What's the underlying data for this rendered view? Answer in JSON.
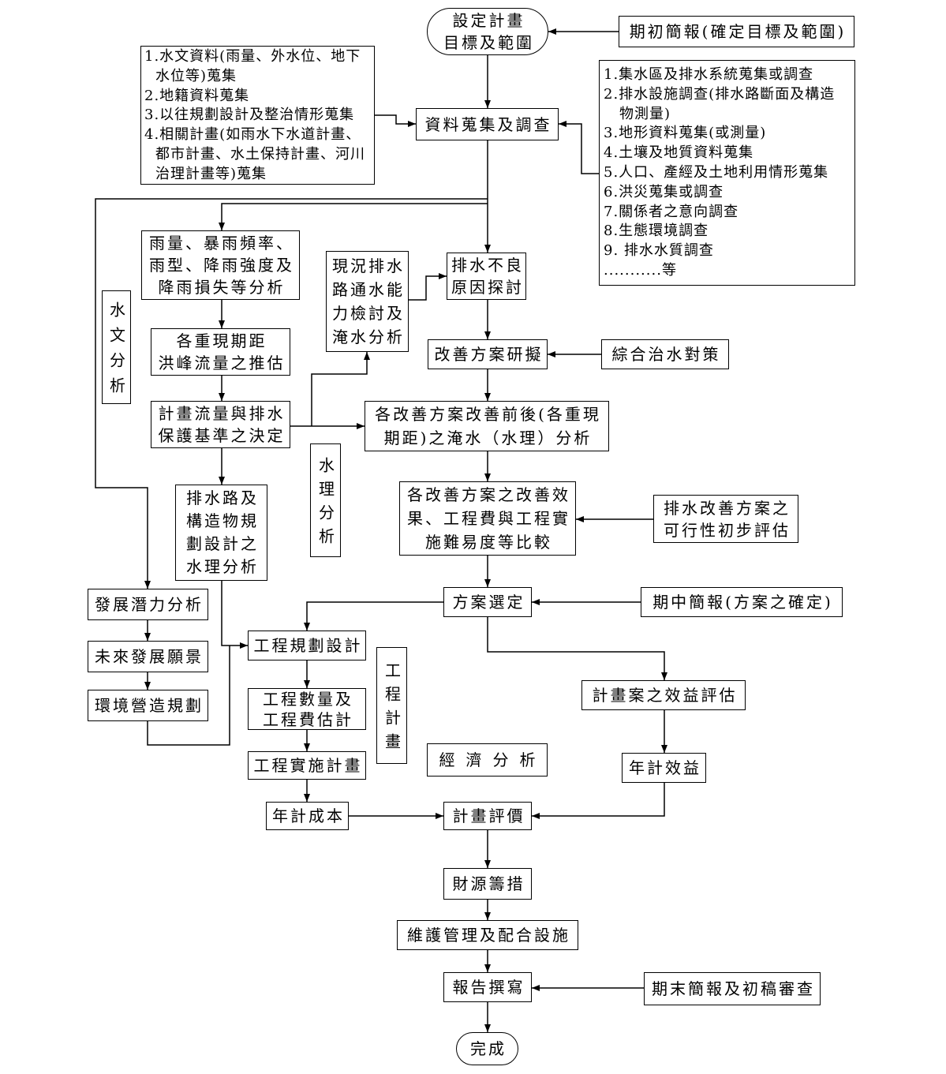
{
  "nodes": {
    "start": "設定計畫\n目標及範圍",
    "kickoff_briefing": "期初簡報(確定目標及範圍)",
    "data_collection": "資料蒐集及調查",
    "rainfall_analysis": "雨量、暴雨頻率、\n雨型、降雨強度及\n降雨損失等分析",
    "current_capacity": "現況排水\n路通水能\n力檢討及\n淹水分析",
    "poor_drainage": "排水不良\n原因探討",
    "flood_peak": "各重現期距\n洪峰流量之推估",
    "improvement_plans": "改善方案研擬",
    "integrated_flood_control": "綜合治水對策",
    "design_flow": "計畫流量與排水\n保護基準之決定",
    "before_after_analysis": "各改善方案改善前後(各重現\n期距)之淹水（水理）分析",
    "channel_design": "排水路及\n構造物規\n劃設計之\n水理分析",
    "comparison": "各改善方案之改善效\n果、工程費與工程實\n施難易度等比較",
    "feasibility": "排水改善方案之\n可行性初步評估",
    "development_potential": "發展潛力分析",
    "plan_selection": "方案選定",
    "midterm_briefing": "期中簡報(方案之確定)",
    "future_vision": "未來發展願景",
    "engineering_design": "工程規劃設計",
    "environment_planning": "環境營造規劃",
    "quantity_estimate": "工程數量及\n工程費估計",
    "benefit_evaluation": "計畫案之效益評估",
    "implementation_plan": "工程實施計畫",
    "annual_benefit": "年計效益",
    "annual_cost": "年計成本",
    "plan_evaluation": "計畫評價",
    "funding": "財源籌措",
    "maintenance": "維護管理及配合設施",
    "report_writing": "報告撰寫",
    "final_briefing": "期末簡報及初稿審查",
    "completion": "完成"
  },
  "lists": {
    "hydro_data": [
      "1.水文資料(雨量、外水位、地下",
      "水位等)蒐集",
      "2.地籍資料蒐集",
      "3.以往規劃設計及整治情形蒐集",
      "4.相關計畫(如雨水下水道計畫、",
      "都市計畫、水土保持計畫、河川",
      "治理計畫等)蒐集"
    ],
    "survey_items": [
      "1.集水區及排水系統蒐集或調查",
      "2.排水設施調查(排水路斷面及構造",
      "物測量)",
      "3.地形資料蒐集(或測量)",
      "4.土壤及地質資料蒐集",
      "5.人口、產經及土地利用情形蒐集",
      "6.洪災蒐集或調查",
      "7.關係者之意向調查",
      "8.生態環境調查",
      "9. 排水水質調查",
      "...........等"
    ]
  },
  "section_labels": {
    "hydrology": "水文分析",
    "hydraulics": "水理分析",
    "engineering_plan": "工程計畫",
    "economic_analysis": "經濟分析"
  }
}
